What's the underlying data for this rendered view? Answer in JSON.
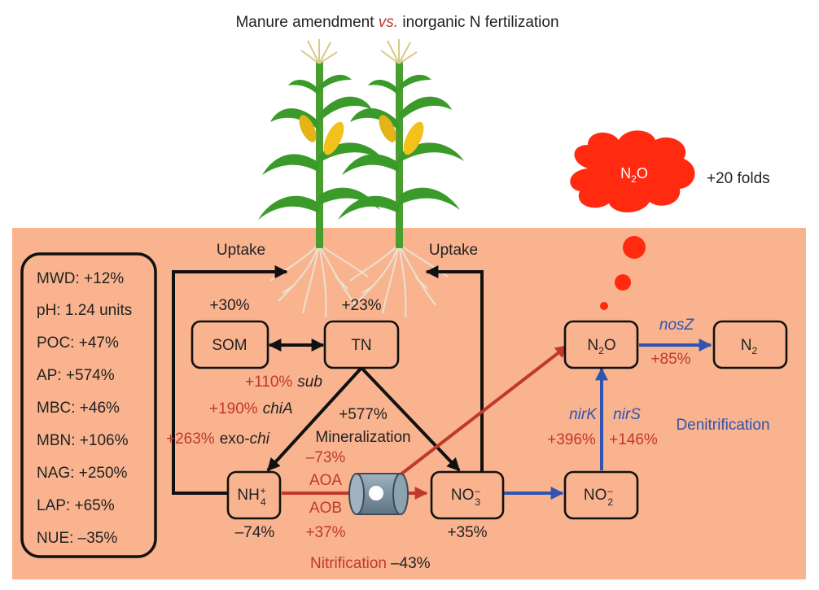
{
  "title": {
    "pre": "Manure amendment ",
    "vs": "vs.",
    "post": " inorganic N fertilization"
  },
  "colors": {
    "soil": "#f9b38f",
    "red": "#c0392b",
    "blue": "#2f55b0",
    "cloud": "#ff2a10",
    "text": "#222222",
    "leaf": "#3a9a2a",
    "root": "#e8e2d2"
  },
  "side_panel": [
    "MWD: +12%",
    "pH: 1.24 units",
    "POC: +47%",
    "AP: +574%",
    "MBC: +46%",
    "MBN: +106%",
    "NAG: +250%",
    "LAP: +65%",
    "NUE: –35%"
  ],
  "boxes": {
    "som": "SOM",
    "tn": "TN",
    "nh4": "NH",
    "nh4_sub": "4",
    "nh4_sup": "+",
    "no3": "NO",
    "no3_sub": "3",
    "no3_sup": "–",
    "no2": "NO",
    "no2_sub": "2",
    "no2_sup": "–",
    "n2o": "N",
    "n2o_sub": "2",
    "n2o_tail": "O",
    "n2": "N",
    "n2_sub": "2"
  },
  "cloud": {
    "main": "N",
    "sub": "2",
    "tail": "O",
    "change": "+20 folds"
  },
  "labels": {
    "uptake_left": "Uptake",
    "uptake_right": "Uptake",
    "som_change": "+30%",
    "tn_change": "+23%",
    "sub_pct": "+110%",
    "sub_gene": "sub",
    "chia_pct": "+190%",
    "chia_gene": "chiA",
    "exochi_pct": "+263%",
    "exochi_pre": "exo-",
    "exochi_gene": "chi",
    "mineralization_pct": "+577%",
    "mineralization": "Mineralization",
    "aoa_pct": "–73%",
    "aoa": "AOA",
    "aob": "AOB",
    "aob_pct": "+37%",
    "nh4_change": "–74%",
    "no3_change": "+35%",
    "nitrification": "Nitrification",
    "nitrification_pct": "–43%",
    "nirk": "nirK",
    "nirs": "nirS",
    "nirk_pct": "+396%",
    "nirs_pct": "+146%",
    "nosz": "nosZ",
    "nosz_pct": "+85%",
    "denitrification": "Denitrification"
  }
}
